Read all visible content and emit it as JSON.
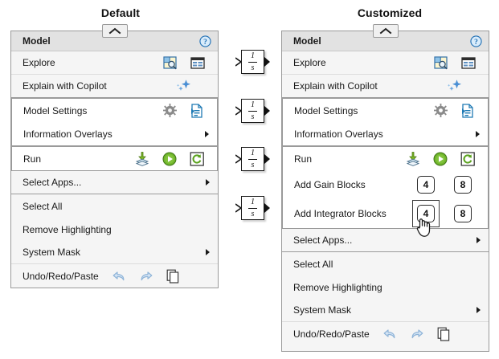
{
  "titles": {
    "default": "Default",
    "customized": "Customized"
  },
  "menu": {
    "header": {
      "label": "Model",
      "help_icon": "help-question-icon"
    },
    "rows": {
      "explore": {
        "label": "Explore",
        "icons": [
          "model-explorer-icon",
          "model-data-editor-icon"
        ]
      },
      "copilot": {
        "label": "Explain with Copilot",
        "icons": [
          "copilot-sparkle-icon"
        ]
      },
      "settings": {
        "label": "Model Settings",
        "icons": [
          "gear-icon",
          "model-properties-icon"
        ]
      },
      "overlays": {
        "label": "Information Overlays",
        "submenu": true
      },
      "run": {
        "label": "Run",
        "icons": [
          "update-diagram-icon",
          "run-play-icon",
          "fast-restart-icon"
        ]
      },
      "gain": {
        "label": "Add Gain Blocks",
        "buttons": [
          "4",
          "8"
        ]
      },
      "integrator": {
        "label": "Add Integrator Blocks",
        "buttons": [
          "4",
          "8"
        ],
        "selected_index": 0
      },
      "apps": {
        "label": "Select Apps...",
        "submenu": true
      },
      "selectall": {
        "label": "Select All"
      },
      "removehl": {
        "label": "Remove Highlighting"
      },
      "sysmask": {
        "label": "System Mask",
        "submenu": true
      },
      "undo": {
        "label": "Undo/Redo/Paste",
        "icons": [
          "undo-arrow-icon",
          "redo-arrow-icon",
          "paste-clipboard-icon"
        ]
      }
    }
  },
  "canvas": {
    "blocks": [
      {
        "numerator": "1",
        "denominator": "s",
        "name": "integrator-block-1"
      },
      {
        "numerator": "1",
        "denominator": "s",
        "name": "integrator-block-2"
      },
      {
        "numerator": "1",
        "denominator": "s",
        "name": "integrator-block-3"
      },
      {
        "numerator": "1",
        "denominator": "s",
        "name": "integrator-block-4"
      }
    ]
  },
  "colors": {
    "panel_bg": "#f5f5f5",
    "header_bg": "#e2e2e2",
    "border": "#9a9a9a",
    "accent_blue": "#1f77c4",
    "accent_green": "#4a9b23",
    "undo_blue": "#9fbfe0"
  }
}
